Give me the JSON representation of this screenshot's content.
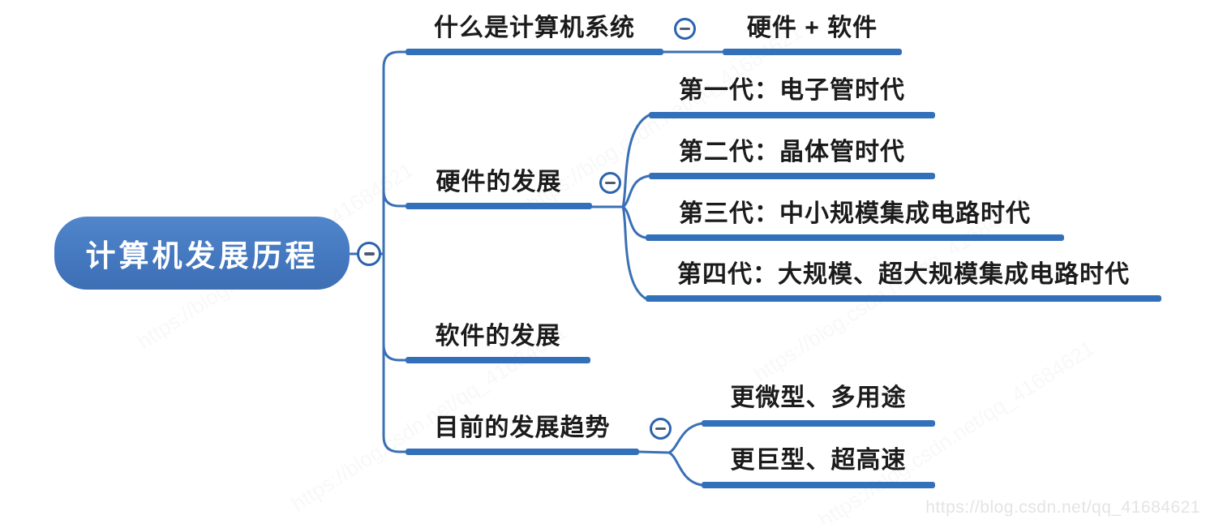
{
  "colors": {
    "node_fill_top": "#5286ca",
    "node_fill_bottom": "#3e6fb4",
    "branch_bar": "#3370ba",
    "connector_line": "#3a70b5",
    "collapse_ring": "#2b63ae",
    "collapse_minus": "#4e5a71",
    "label_text": "#1b1b1b",
    "root_text": "#ffffff",
    "watermark_text": "#e4e4e6"
  },
  "icons": {
    "collapse": "minus-circle"
  },
  "root": {
    "label": "计算机发展历程"
  },
  "branches": {
    "system": {
      "label": "什么是计算机系统",
      "child_label": "硬件 + 软件"
    },
    "hardware": {
      "label": "硬件的发展",
      "children": [
        {
          "label": "第一代：电子管时代"
        },
        {
          "label": "第二代：晶体管时代"
        },
        {
          "label": "第三代：中小规模集成电路时代"
        },
        {
          "label": "第四代：大规模、超大规模集成电路时代"
        }
      ]
    },
    "software": {
      "label": "软件的发展"
    },
    "trend": {
      "label": "目前的发展趋势",
      "children": [
        {
          "label": "更微型、多用途"
        },
        {
          "label": "更巨型、超高速"
        }
      ]
    }
  },
  "watermark": {
    "url": "https://blog.csdn.net/qq_41684621"
  }
}
